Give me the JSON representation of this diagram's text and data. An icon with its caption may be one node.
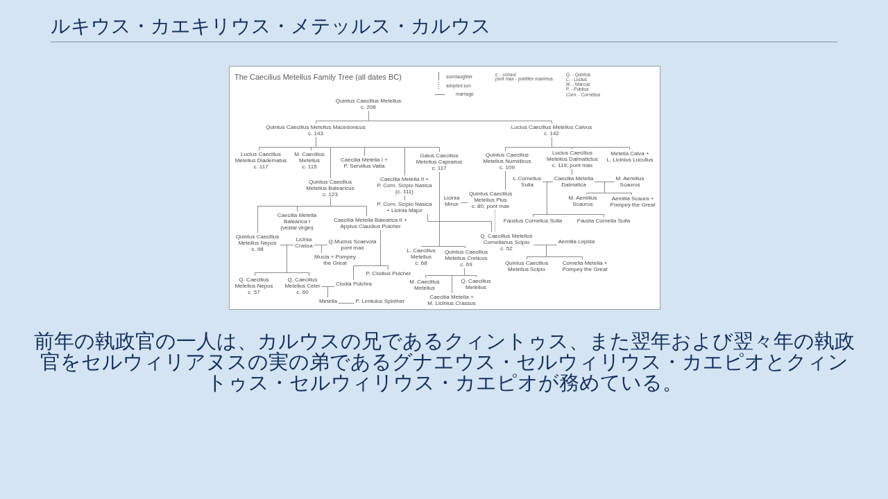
{
  "diagram": {
    "title": "ルキウス・カエキリウス・メテッルス・カルウス",
    "caption": "前年の執政官の一人は、カルウスの兄であるクィントゥス、また翌年および翌々年の執政官をセルウィリアヌスの実の弟であるグナエウス・セルウィリウス・カエピオとクィントゥス・セルウィリウス・カエピオが務めている。",
    "nodes": [
      {
        "text": [
          "The Caecilius Metellus Family Tree (all dates BC)"
        ]
      },
      {
        "text": [
          "Quintus Caecilius Metellus",
          "c. 206"
        ],
        "in": 0
      },
      {
        "text": [
          "Quintus Caecilius Metellus Macedonicus",
          "c. 143"
        ],
        "in": 0
      },
      {
        "text": [
          "Lucius Caecilius Metellus Calvus",
          "c. 142"
        ],
        "in": 0
      },
      {
        "text": [
          "Lucius Caecilius Metellus Diadematus",
          "c. 117"
        ],
        "in": 0
      },
      {
        "text": [
          "M. Caecilius Metellus",
          "c. 115"
        ],
        "in": 0
      },
      {
        "text": [
          "Caecilia Metella I + P. Servilius Vatia"
        ],
        "in": 0
      },
      {
        "text": [
          "Gaius Caecilius Metellus Caprarius",
          "c. 117"
        ],
        "in": 0
      },
      {
        "text": [
          "Quintus Caecilius Metellus Numidicus",
          "c. 109"
        ],
        "in": 0
      },
      {
        "text": [
          "Lucius Caecilius Metellus Dalmatictus",
          "c. 119; pont max"
        ],
        "in": 0
      },
      {
        "text": [
          "Metella Calva + L. Licinius Lucullus"
        ],
        "in": 0
      },
      {
        "text": [
          "L.Cornelius Sulla"
        ],
        "in": 0
      },
      {
        "text": [
          "Caecilia Metella Dalmatica"
        ],
        "in": 0
      },
      {
        "text": [
          "M. Aemilius Scaurus"
        ],
        "in": 0
      },
      {
        "text": [
          "Quintus Caecilius Metellus Balearicus",
          "c. 123"
        ],
        "in": 0
      },
      {
        "text": [
          "Caecilia Metella II + P. Corn. Scipio Nasica",
          "(c. 111)"
        ],
        "in": 0
      },
      {
        "text": [
          "Licinia Minor"
        ],
        "in": 0
      },
      {
        "text": [
          "Quintus Caecilius Metellus Pius",
          "c. 80; pont max"
        ],
        "in": 0
      },
      {
        "text": [
          "M. Aemilius Scaurus"
        ],
        "in": 0
      },
      {
        "text": [
          "Aemilia Scaura + Pompey the Great"
        ],
        "in": 0
      },
      {
        "text": [
          "P. Corn. Scipio Nasica + Licinia Major"
        ],
        "in": 0
      },
      {
        "text": [
          "Caecilia Metella Balearica I (vestal virgin)"
        ],
        "in": 0
      },
      {
        "text": [
          "Caecilia Metella Balearica II + Appius Claudius Pulcher"
        ],
        "in": 0
      },
      {
        "text": [
          "Faustus Cornelius Sulla"
        ],
        "in": 0
      },
      {
        "text": [
          "Fausta Cornelia Sulla"
        ],
        "in": 0
      },
      {
        "text": [
          "Quintus Caecilius Metellus Nepos",
          "c. 98"
        ],
        "in": 0
      },
      {
        "text": [
          "Licinia Crassa"
        ],
        "in": 0
      },
      {
        "text": [
          "Q.Mucius Scaevola",
          "pont max"
        ],
        "in": 0
      },
      {
        "text": [
          "Q. Caecilius Metellus Cornelianus Scipio",
          "c. 52"
        ],
        "in": 0
      },
      {
        "text": [
          "Aemilia Lepida"
        ],
        "in": 0
      },
      {
        "text": [
          "Mucia + Pompey the Great"
        ],
        "in": 0
      },
      {
        "text": [
          "L. Caecilius Metellus",
          "c. 68"
        ],
        "in": 0
      },
      {
        "text": [
          "Quintus Caecilius Metellus Creticus",
          "c. 69"
        ],
        "in": 0
      },
      {
        "text": [
          "Quintus Caecilius Metellus Scipio"
        ],
        "in": 0
      },
      {
        "text": [
          "Cornelia Metella + Pompey the Great"
        ],
        "in": 0
      },
      {
        "text": [
          "P. Clodius Pulcher"
        ],
        "in": 0
      },
      {
        "text": [
          "Q. Caecilius Metellus Nepos",
          "c. 57"
        ],
        "in": 0
      },
      {
        "text": [
          "Q. Caecilius Metellus Celer",
          "c. 60"
        ],
        "in": 0
      },
      {
        "text": [
          "Clodia Pulchra"
        ],
        "in": 0
      },
      {
        "text": [
          "M. Caecilius Metellus"
        ],
        "in": 0
      },
      {
        "text": [
          "Q. Caecilius Metellus"
        ],
        "in": 0
      },
      {
        "text": [
          "Caecilia Metella + M. Licinius Crassus"
        ],
        "in": 0
      },
      {
        "text": [
          "Metella"
        ],
        "in": 0
      },
      {
        "text": [
          "P. Lentulus Spinther"
        ],
        "in": 0
      }
    ],
    "edges": [
      {
        "from": 1,
        "to": 2,
        "arrow": "none"
      },
      {
        "from": 1,
        "to": 3,
        "arrow": "none"
      },
      {
        "from": 2,
        "to": 4,
        "arrow": "none"
      },
      {
        "from": 2,
        "to": 5,
        "arrow": "none"
      },
      {
        "from": 2,
        "to": 14,
        "arrow": "none"
      },
      {
        "from": 2,
        "to": 6,
        "arrow": "none"
      },
      {
        "from": 2,
        "to": 15,
        "arrow": "none"
      },
      {
        "from": 2,
        "to": 7,
        "arrow": "none"
      },
      {
        "from": 3,
        "to": 8,
        "arrow": "none"
      },
      {
        "from": 3,
        "to": 9,
        "arrow": "none"
      },
      {
        "from": 3,
        "to": 10,
        "arrow": "none"
      },
      {
        "from": 8,
        "to": 17,
        "arrow": "none"
      },
      {
        "from": 9,
        "to": 12,
        "arrow": "none"
      },
      {
        "from": 11,
        "to": 12,
        "arrow": "none"
      },
      {
        "from": 12,
        "to": 13,
        "arrow": "none"
      },
      {
        "from": 11,
        "to": 23,
        "arrow": "none"
      },
      {
        "from": 12,
        "to": 23,
        "arrow": "none"
      },
      {
        "from": 11,
        "to": 24,
        "arrow": "none"
      },
      {
        "from": 12,
        "to": 24,
        "arrow": "none"
      },
      {
        "from": 12,
        "to": 18,
        "arrow": "none"
      },
      {
        "from": 13,
        "to": 18,
        "arrow": "none"
      },
      {
        "from": 12,
        "to": 19,
        "arrow": "none"
      },
      {
        "from": 13,
        "to": 19,
        "arrow": "none"
      },
      {
        "from": 16,
        "to": 17,
        "arrow": "none"
      },
      {
        "from": 15,
        "to": 20,
        "arrow": "none"
      },
      {
        "from": 20,
        "to": 28,
        "arrow": "none"
      },
      {
        "from": 17,
        "to": 28,
        "arrow": "none",
        "style": "dashed"
      },
      {
        "from": 28,
        "to": 29,
        "arrow": "none"
      },
      {
        "from": 28,
        "to": 33,
        "arrow": "none"
      },
      {
        "from": 29,
        "to": 33,
        "arrow": "none"
      },
      {
        "from": 28,
        "to": 34,
        "arrow": "none"
      },
      {
        "from": 29,
        "to": 34,
        "arrow": "none"
      },
      {
        "from": 7,
        "to": 31,
        "arrow": "none"
      },
      {
        "from": 7,
        "to": 32,
        "arrow": "none"
      },
      {
        "from": 32,
        "to": 39,
        "arrow": "none"
      },
      {
        "from": 32,
        "to": 40,
        "arrow": "none"
      },
      {
        "from": 32,
        "to": 41,
        "arrow": "none"
      },
      {
        "from": 14,
        "to": 25,
        "arrow": "none"
      },
      {
        "from": 14,
        "to": 21,
        "arrow": "none"
      },
      {
        "from": 14,
        "to": 22,
        "arrow": "none"
      },
      {
        "from": 25,
        "to": 26,
        "arrow": "none"
      },
      {
        "from": 26,
        "to": 27,
        "arrow": "none"
      },
      {
        "from": 25,
        "to": 36,
        "arrow": "none"
      },
      {
        "from": 26,
        "to": 36,
        "arrow": "none"
      },
      {
        "from": 25,
        "to": 37,
        "arrow": "none"
      },
      {
        "from": 26,
        "to": 37,
        "arrow": "none"
      },
      {
        "from": 26,
        "to": 30,
        "arrow": "none"
      },
      {
        "from": 27,
        "to": 30,
        "arrow": "none"
      },
      {
        "from": 22,
        "to": 35,
        "arrow": "none"
      },
      {
        "from": 22,
        "to": 38,
        "arrow": "none"
      },
      {
        "from": 37,
        "to": 38,
        "arrow": "none"
      },
      {
        "from": 37,
        "to": 42,
        "arrow": "none"
      },
      {
        "from": 38,
        "to": 42,
        "arrow": "none"
      },
      {
        "from": 42,
        "to": 43,
        "arrow": "none"
      }
    ],
    "labels": [
      "c. - consul",
      "pont max - pontifex maximus",
      "Q. - Quintus",
      "L. - Lucius",
      "M. - Marcus",
      "P. - Publius",
      "Corn. - Cornelius"
    ],
    "legend": [
      {
        "text": "son/daughter"
      },
      {
        "text": "adopted son"
      },
      {
        "text": "marriage"
      }
    ]
  }
}
